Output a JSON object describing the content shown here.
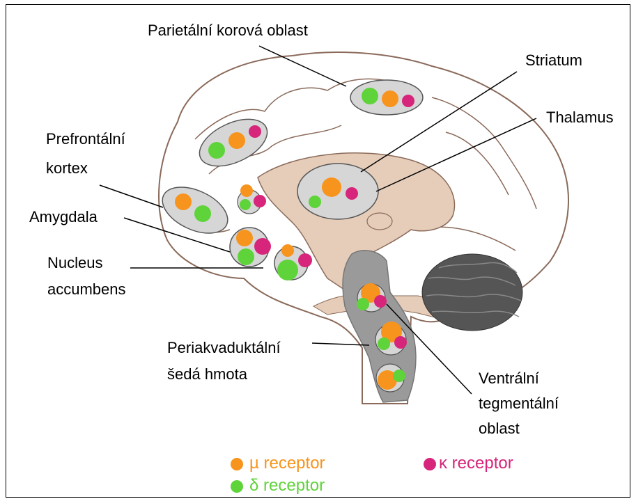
{
  "labels": {
    "parietal": "Parietální korová oblast",
    "striatum": "Striatum",
    "thalamus": "Thalamus",
    "prefrontal_1": "Prefrontální",
    "prefrontal_2": "kortex",
    "amygdala": "Amygdala",
    "nucleus_1": "Nucleus",
    "nucleus_2": "accumbens",
    "pag_1": "Periakvaduktální",
    "pag_2": "šedá hmota",
    "vta_1": "Ventrální",
    "vta_2": "tegmentální",
    "vta_3": "oblast"
  },
  "legend": {
    "mu": {
      "text": "µ receptor",
      "color": "#f7941d"
    },
    "kappa": {
      "text": "κ receptor",
      "color": "#d6257a"
    },
    "delta": {
      "text": "δ receptor",
      "color": "#5fd33a"
    }
  },
  "colors": {
    "brain_outline": "#8a6a5a",
    "inner_tan": "#e6cdb9",
    "brainstem_gray": "#9a9a9a",
    "cerebellum": "#555555",
    "region_ellipse": "#d6d6d6"
  }
}
